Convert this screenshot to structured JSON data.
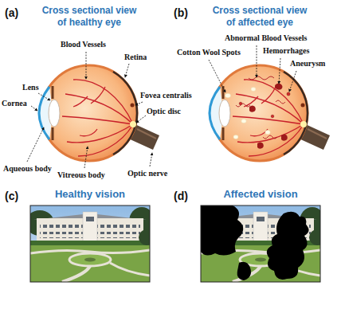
{
  "diagram": {
    "labels": [
      "(a)",
      "Cross sectional view of healthy eye",
      "(b)",
      "Cross sectional view of affected eye",
      "Blood Vessels",
      "Abnormal Blood Vessels",
      "Cotton Wool Spots",
      "Hemorrhages",
      "Retina",
      "Aneurysm",
      "Lens",
      "Fovea centralis",
      "Cornea",
      "Optic disc",
      "Aqueous body",
      "Optic nerve",
      "Vitreous body",
      "(c)",
      "Healthy vision",
      "(d)",
      "Affected vision"
    ]
  }
}
